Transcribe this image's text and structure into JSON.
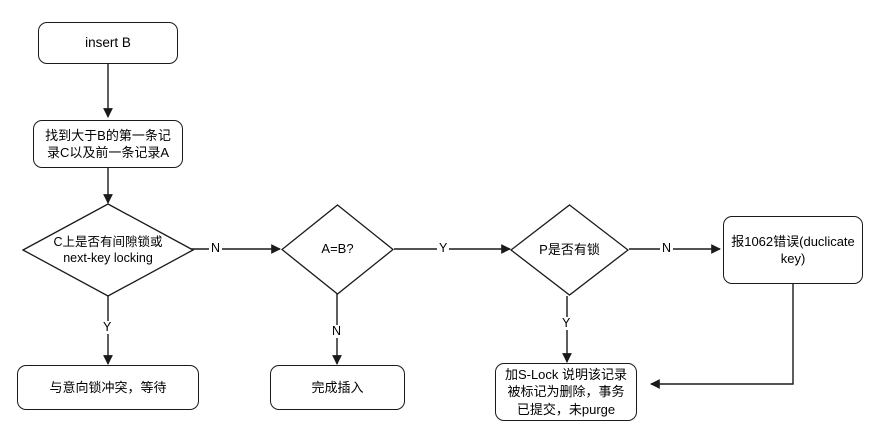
{
  "diagram": {
    "title": "insert B flowchart",
    "stroke_color": "#1a1a1a",
    "text_color": "#000000",
    "background_color": "#ffffff"
  },
  "nodes": {
    "start": {
      "label": "insert B",
      "shape": "rounded-rectangle"
    },
    "find_records": {
      "label": "找到大于B的第一条记\n录C以及前一条记录A",
      "shape": "rounded-rectangle"
    },
    "gap_lock_check": {
      "label": "C上是否有间隙锁或\nnext-key locking",
      "shape": "diamond"
    },
    "a_equals_b": {
      "label": "A=B?",
      "shape": "diamond"
    },
    "p_has_lock": {
      "label": "P是否有锁",
      "shape": "diamond"
    },
    "error_1062": {
      "label": "报1062错误(duclicate\nkey)",
      "shape": "rounded-rectangle"
    },
    "intent_lock_conflict": {
      "label": "与意向锁冲突，等待",
      "shape": "rounded-rectangle"
    },
    "insert_done": {
      "label": "完成插入",
      "shape": "rounded-rectangle"
    },
    "s_lock": {
      "label": "加S-Lock 说明该记录\n被标记为删除，事务\n已提交，未purge",
      "shape": "rounded-rectangle"
    }
  },
  "edge_labels": {
    "gap_lock_no": "N",
    "gap_lock_yes": "Y",
    "a_equals_b_yes": "Y",
    "a_equals_b_no": "N",
    "p_has_lock_no": "N",
    "p_has_lock_yes": "Y"
  }
}
